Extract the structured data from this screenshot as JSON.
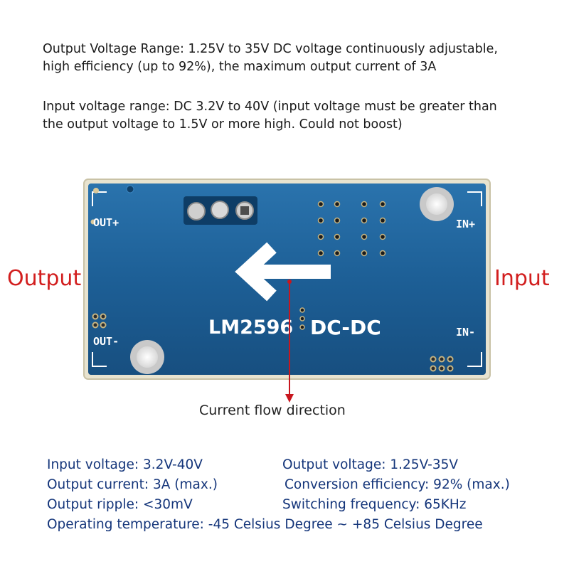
{
  "description": {
    "line1": "Output Voltage Range: 1.25V to 35V DC voltage continuously adjustable,",
    "line2": "high efficiency (up to 92%), the maximum output current of 3A",
    "line3": "Input voltage range: DC 3.2V to 40V (input voltage must be greater than",
    "line4": "the output voltage to 1.5V or more high. Could not boost)"
  },
  "side_labels": {
    "output": "Output",
    "input": "Input"
  },
  "board": {
    "pins": {
      "out_plus": "OUT+",
      "out_minus": "OUT-",
      "in_plus": "IN+",
      "in_minus": "IN-"
    },
    "chip": "LM2596",
    "type": "DC-DC",
    "colors": {
      "pcb": "#1d5f96",
      "silkscreen": "#ffffff",
      "arrow": "#c8161e"
    }
  },
  "flow_label": "Current flow direction",
  "specs": {
    "input_voltage": "Input voltage: 3.2V-40V",
    "output_voltage": "Output voltage: 1.25V-35V",
    "output_current": "Output current: 3A (max.)",
    "conversion_efficiency": "Conversion efficiency: 92% (max.)",
    "output_ripple": "Output ripple: <30mV",
    "switching_frequency": "Switching frequency: 65KHz",
    "operating_temperature": "Operating temperature: -45 Celsius Degree ~ +85 Celsius Degree"
  }
}
